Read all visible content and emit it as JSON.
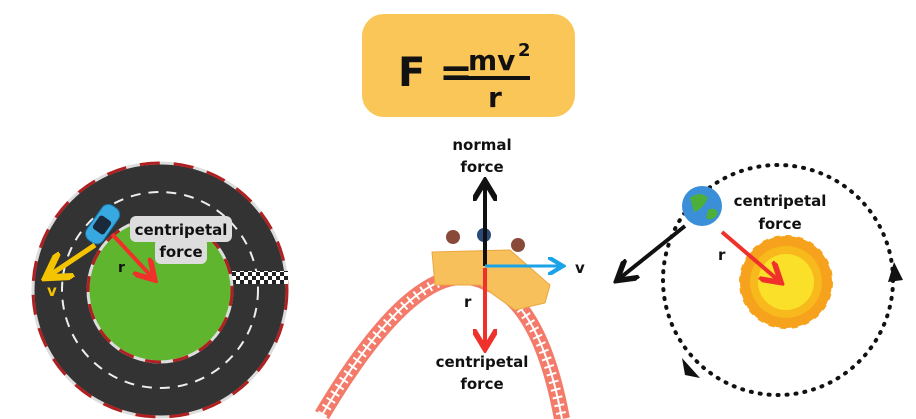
{
  "formula": {
    "lhs": "F =",
    "numerator": "mv",
    "exponent": "2",
    "denominator": "r"
  },
  "car_scene": {
    "force_label_1": "centripetal",
    "force_label_2": "force",
    "radius_label": "r",
    "velocity_label": "v"
  },
  "coaster_scene": {
    "normal_label_1": "normal",
    "normal_label_2": "force",
    "velocity_label": "v",
    "radius_label": "r",
    "centripetal_label_1": "centripetal",
    "centripetal_label_2": "force"
  },
  "orbit_scene": {
    "force_label_1": "centripetal",
    "force_label_2": "force",
    "radius_label": "r"
  },
  "colors": {
    "formula_bg": "#fbc658",
    "centripetal": "#f0302a",
    "velocity_car": "#f5c400",
    "velocity_coaster": "#1aa3e8",
    "track": "#333333",
    "grass": "#5fb52e",
    "rail": "#f47a6a"
  }
}
